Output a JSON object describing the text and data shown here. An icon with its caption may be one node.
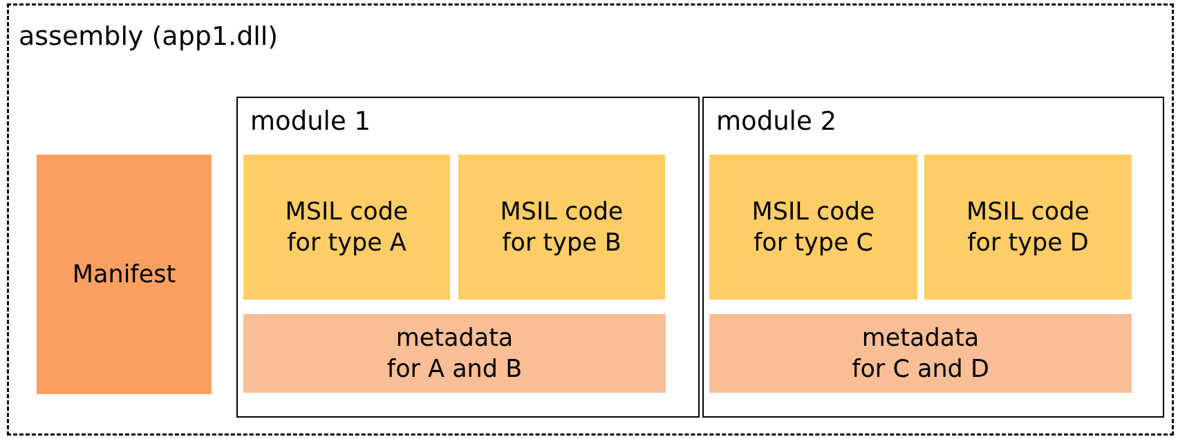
{
  "diagram": {
    "nodes": [
      {
        "text": [
          "assembly (app1.dll)"
        ]
      },
      {
        "text": [
          "Manifest"
        ],
        "in": 0
      },
      {
        "text": [
          "module 1"
        ],
        "in": 0
      },
      {
        "text": [
          "MSIL code for type A"
        ],
        "in": 2
      },
      {
        "text": [
          "MSIL code for type B"
        ],
        "in": 2
      },
      {
        "text": [
          "metadata for A and B"
        ],
        "in": 2
      },
      {
        "text": [
          "module 2"
        ],
        "in": 0
      },
      {
        "text": [
          "MSIL code for type C"
        ],
        "in": 6
      },
      {
        "text": [
          "MSIL code for type D"
        ],
        "in": 6
      },
      {
        "text": [
          "metadata for C and D"
        ],
        "in": 6
      }
    ]
  }
}
